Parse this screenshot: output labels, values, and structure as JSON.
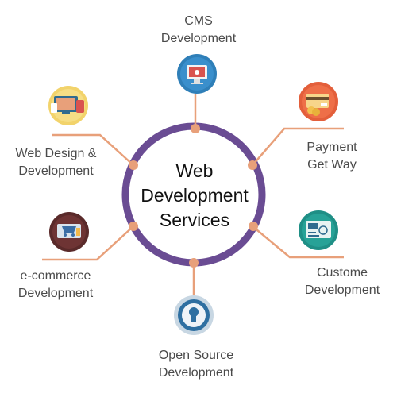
{
  "center": {
    "lines": [
      "Web",
      "Development",
      "Services"
    ]
  },
  "nodes": [
    {
      "id": "cms",
      "lines": [
        "CMS",
        "Development"
      ],
      "icon": "cms-monitor-icon"
    },
    {
      "id": "payment",
      "lines": [
        "Payment",
        "Get Way"
      ],
      "icon": "payment-card-icon"
    },
    {
      "id": "custom",
      "lines": [
        "Custome",
        "Development"
      ],
      "icon": "custom-dashboard-icon"
    },
    {
      "id": "opensource",
      "lines": [
        "Open Source",
        "Development"
      ],
      "icon": "open-source-icon"
    },
    {
      "id": "ecommerce",
      "lines": [
        "e-commerce",
        "Development"
      ],
      "icon": "ecommerce-shop-icon"
    },
    {
      "id": "webdesign",
      "lines": [
        "Web Design &",
        "Development"
      ],
      "icon": "web-design-devices-icon"
    }
  ],
  "colors": {
    "ring": "#6a4c93",
    "connector": "#e8a07a",
    "dot": "#e8a07a",
    "label": "#4a4a4a",
    "center_text": "#111111"
  }
}
